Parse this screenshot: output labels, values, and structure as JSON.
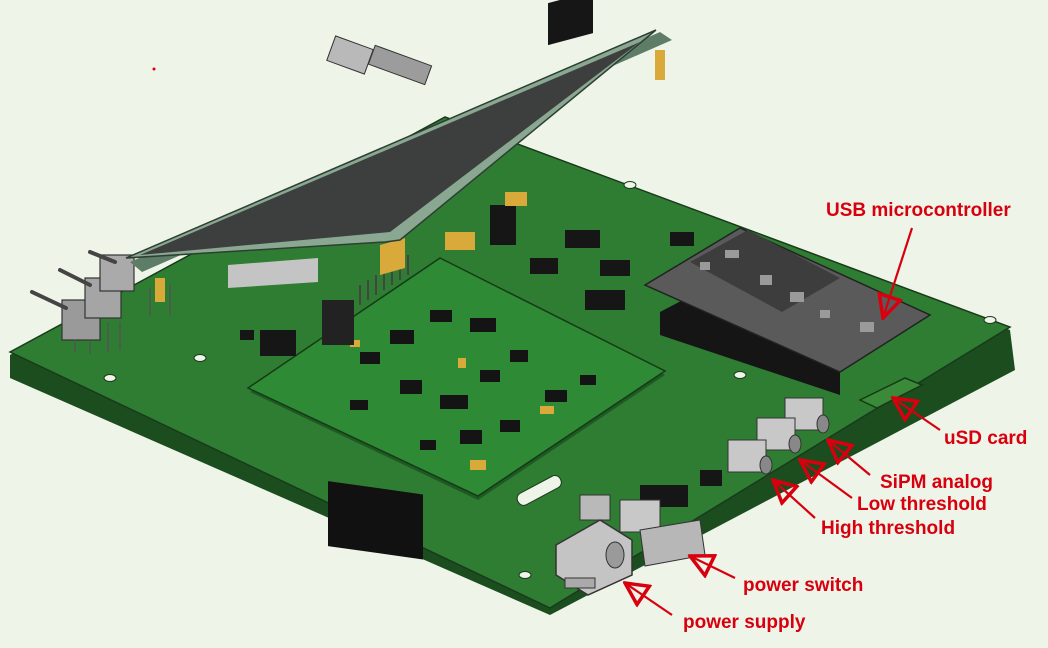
{
  "labels": {
    "usb_microcontroller": "USB microcontroller",
    "usd_card": "uSD card",
    "sipm_analog": "SiPM analog",
    "low_threshold": "Low threshold",
    "high_threshold": "High threshold",
    "power_switch": "power switch",
    "power_supply": "power supply"
  },
  "colors": {
    "background": "#eef5e8",
    "pcb": "#2e7d32",
    "pcb_edge": "#1b4d1f",
    "lcd_screen": "#3c3f3d",
    "lcd_frame": "#8aa792",
    "callout": "#d8000f",
    "component": "#1e1e1e",
    "connector": "#b9b9b9",
    "brass": "#d9a93a"
  }
}
